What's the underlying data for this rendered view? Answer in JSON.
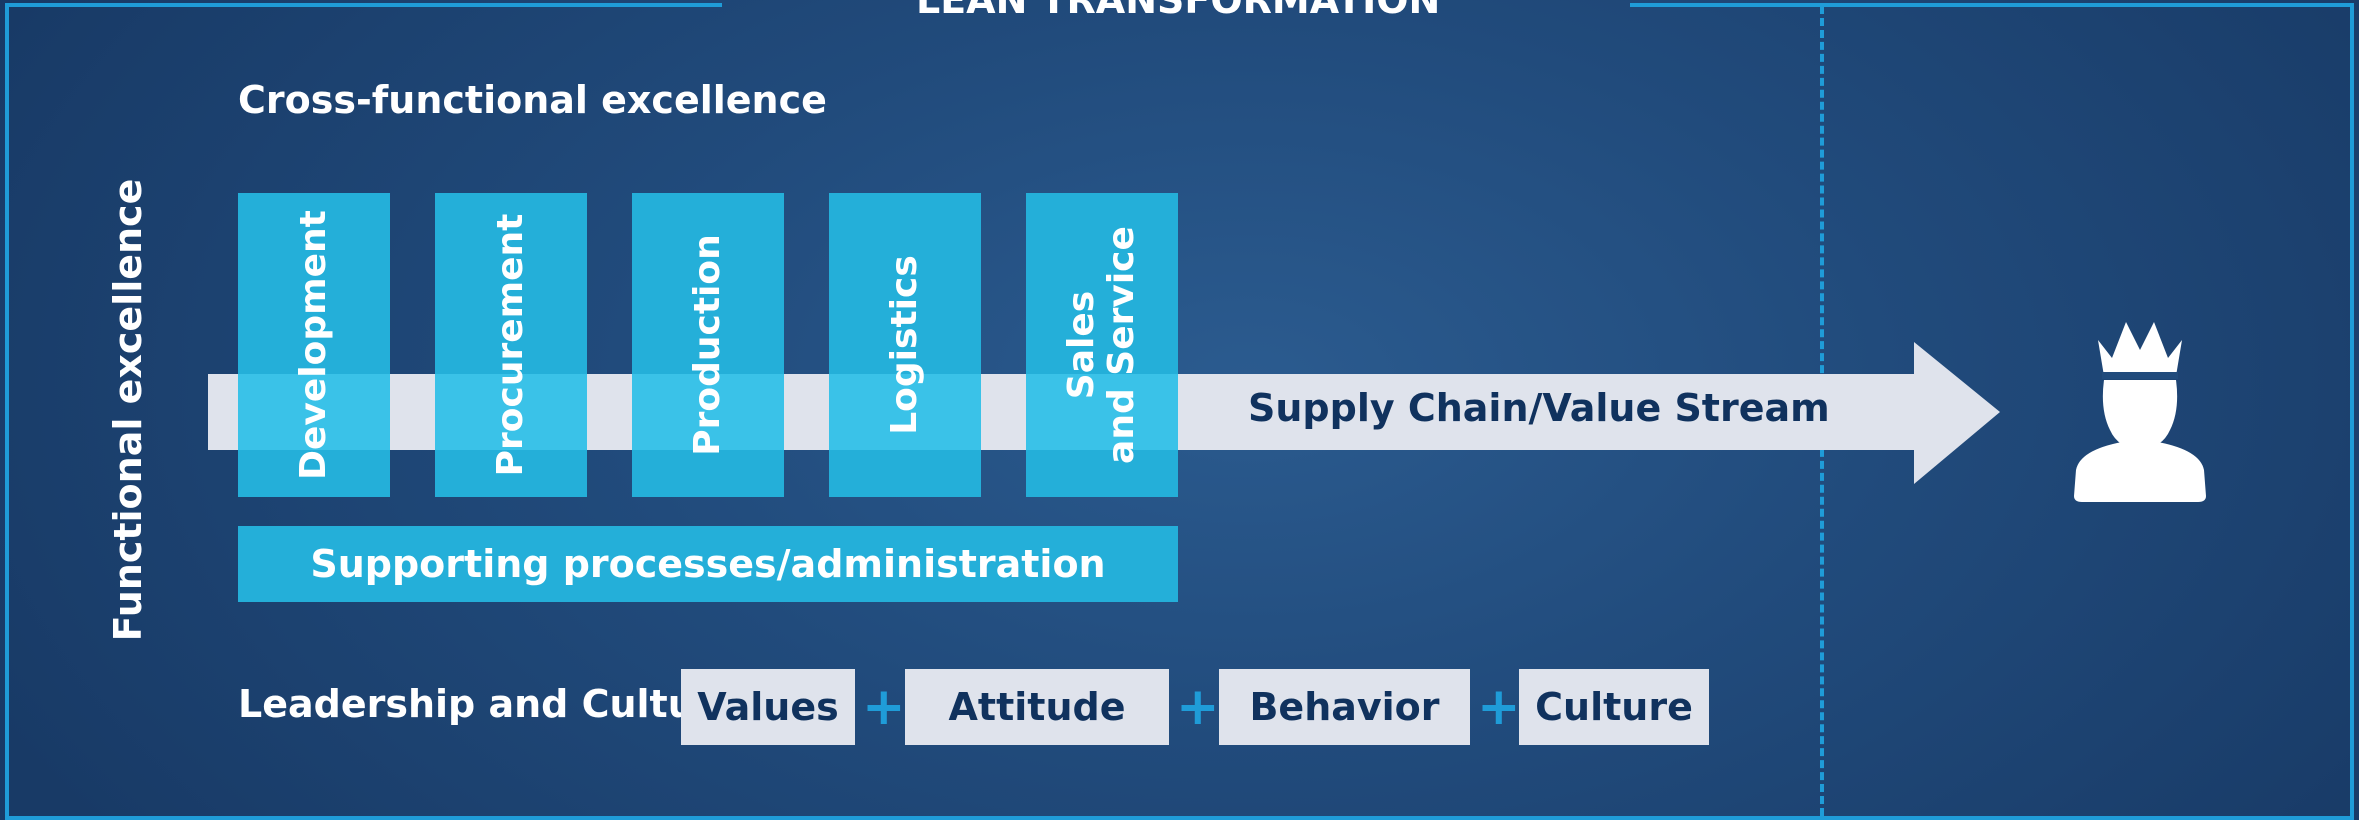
{
  "diagram": {
    "title": "LEAN TRANSFORMATION",
    "cross_functional_label": "Cross-functional excellence",
    "functional_label": "Functional excellence",
    "functions": [
      "Development",
      "Procurement",
      "Production",
      "Logistics"
    ],
    "sales_line1": "Sales",
    "sales_line2": "and Service",
    "supply_chain_label": "Supply Chain/Value Stream",
    "supporting_label": "Supporting processes/administration",
    "leadership_label": "Leadership and Culture",
    "values": [
      "Values",
      "Attitude",
      "Behavior",
      "Culture"
    ],
    "plus": "+",
    "customer_icon": "crowned-customer-icon"
  },
  "colors": {
    "frame": "#1f9cd8",
    "box": "#24afd9",
    "arrow": "#dfe3ec",
    "dark_text": "#10325e"
  }
}
